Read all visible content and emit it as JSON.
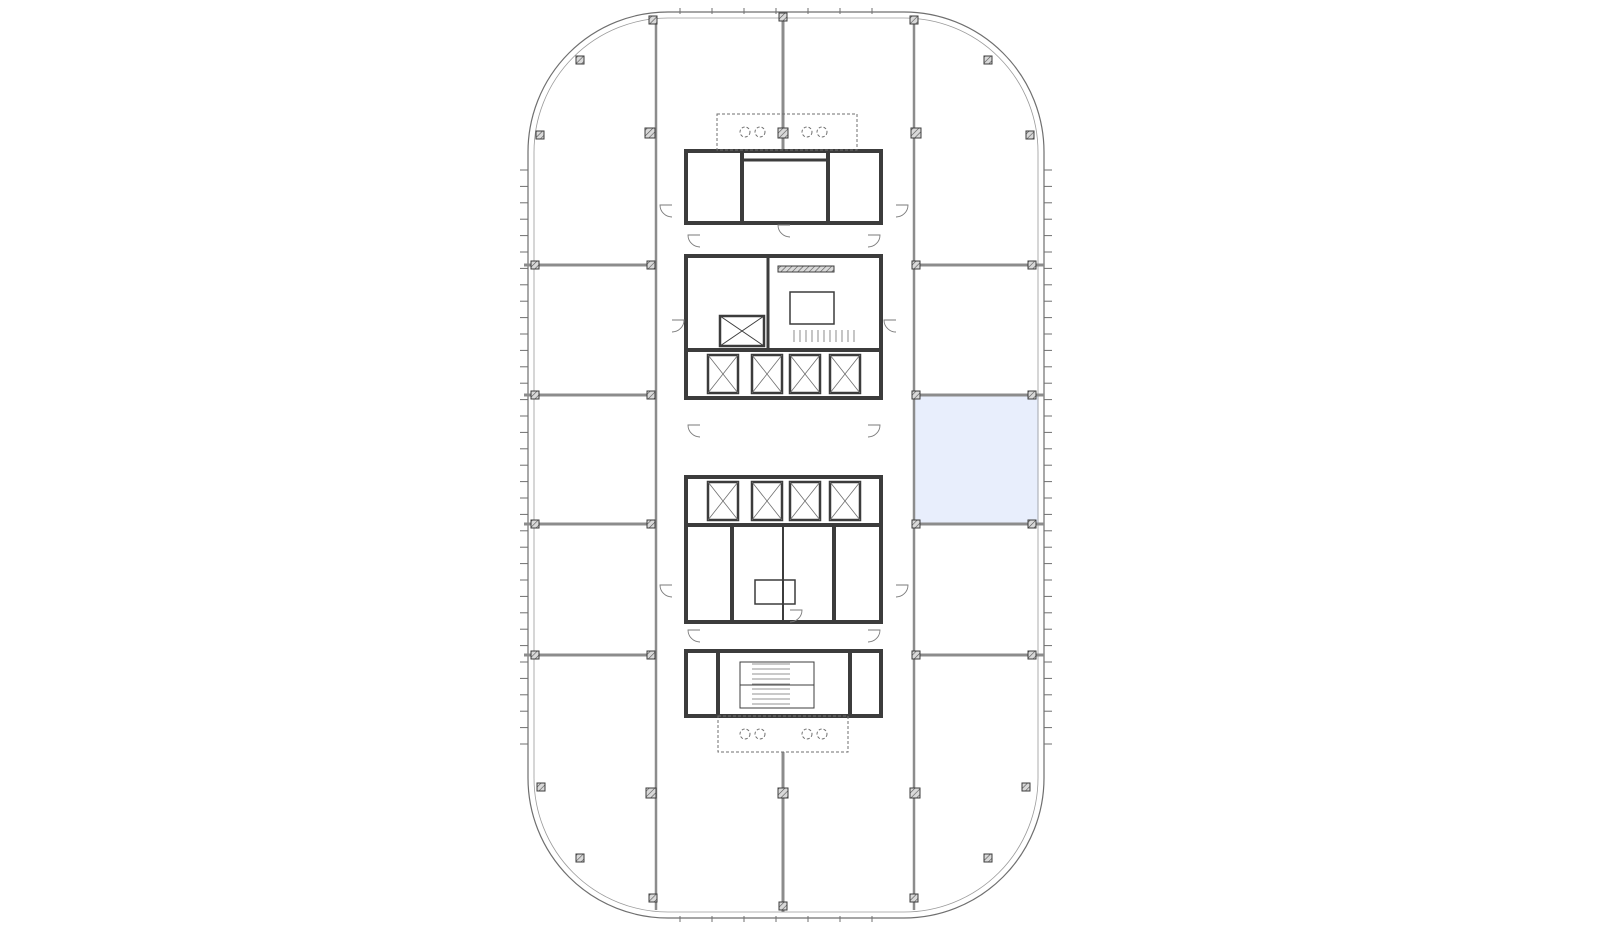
{
  "floorplan": {
    "selected_unit": "east-mid",
    "units": [
      {
        "id": "nw-corner"
      },
      {
        "id": "north-1"
      },
      {
        "id": "north-2"
      },
      {
        "id": "ne-corner"
      },
      {
        "id": "west-upper"
      },
      {
        "id": "east-upper"
      },
      {
        "id": "west-mid"
      },
      {
        "id": "east-mid"
      },
      {
        "id": "west-lower"
      },
      {
        "id": "east-lower"
      },
      {
        "id": "sw-corner"
      },
      {
        "id": "south-1"
      },
      {
        "id": "south-2"
      },
      {
        "id": "se-corner"
      }
    ]
  },
  "colors": {
    "wall": "#3c3c3c",
    "hatch": "#8a8a8a",
    "partition": "#9a9a9a",
    "line": "#6f6f6f",
    "selected_fill": "#e8eefc",
    "selected_stroke": "#c7d3f2"
  }
}
